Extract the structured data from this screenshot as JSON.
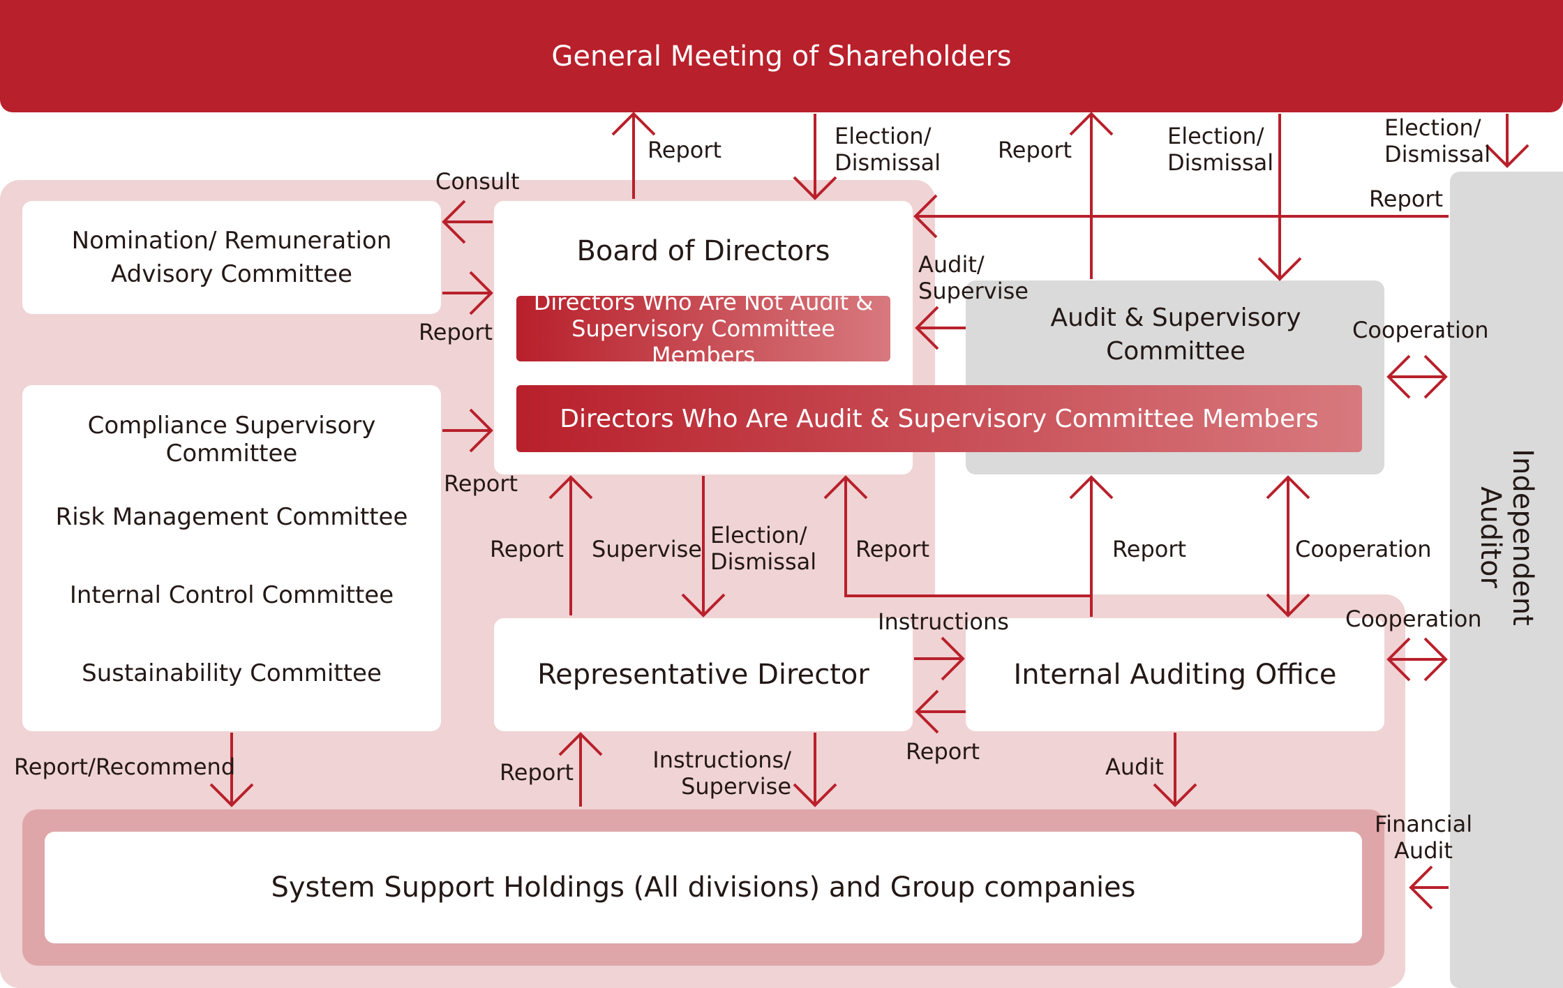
{
  "colors": {
    "primary_red": "#B8202B",
    "pink_bg": "#F0D3D4",
    "gray": "#DADADA",
    "lines": "#B8202B"
  },
  "shareholders": "General Meeting of Shareholders",
  "board": {
    "title": "Board of Directors",
    "not_audit": "Directors Who Are Not Audit & Supervisory Committee Members",
    "audit_members": "Directors Who Are Audit & Supervisory Committee Members"
  },
  "nomination": "Nomination/ Remuneration Advisory Committee",
  "committees": [
    "Compliance Supervisory Committee",
    "Risk Management Committee",
    "Internal Control Committee",
    "Sustainability Committee"
  ],
  "audit_committee": "Audit & Supervisory Committee",
  "representative": "Representative Director",
  "internal_audit": "Internal Auditing Office",
  "system_support": "System Support Holdings (All divisions) and Group companies",
  "independent_auditor": "Independent Auditor",
  "labels": {
    "report": "Report",
    "election_dismissal": "Election/ Dismissal",
    "consult": "Consult",
    "audit_supervise": "Audit/ Supervise",
    "cooperation": "Cooperation",
    "supervise": "Supervise",
    "instructions": "Instructions",
    "report_recommend": "Report/Recommend",
    "instructions_supervise": "Instructions/ Supervise",
    "audit": "Audit",
    "financial_audit": "Financial Audit"
  }
}
